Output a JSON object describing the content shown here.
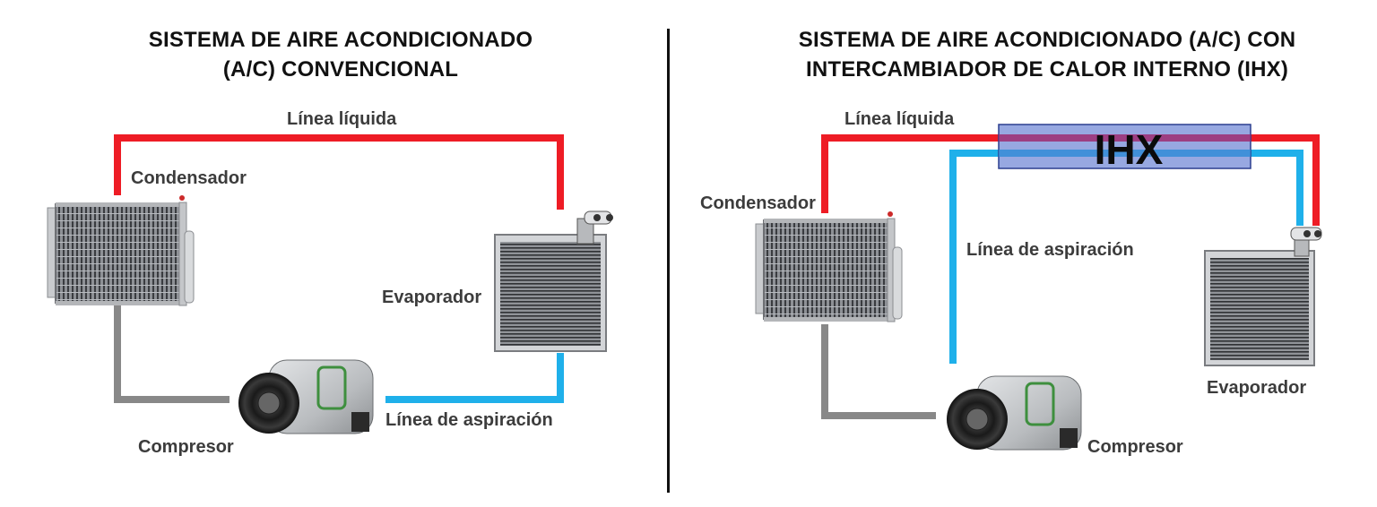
{
  "left": {
    "title_line1": "SISTEMA DE AIRE ACONDICIONADO",
    "title_line2": "(A/C) CONVENCIONAL",
    "labels": {
      "liquid_line": "Línea líquida",
      "condenser": "Condensador",
      "evaporator": "Evaporador",
      "suction_line": "Línea de aspiración",
      "compressor": "Compresor"
    }
  },
  "right": {
    "title_line1": "SISTEMA DE AIRE ACONDICIONADO (A/C) CON",
    "title_line2": "INTERCAMBIADOR DE CALOR INTERNO (IHX)",
    "labels": {
      "liquid_line": "Línea líquida",
      "ihx": "IHX",
      "condenser": "Condensador",
      "suction_line": "Línea de aspiración",
      "evaporator": "Evaporador",
      "compressor": "Compresor"
    }
  },
  "colors": {
    "liquid_line": "#ee1c25",
    "suction_line": "#1fb0ea",
    "compressor_line": "#888888",
    "ihx_box": "#6f86d6"
  }
}
